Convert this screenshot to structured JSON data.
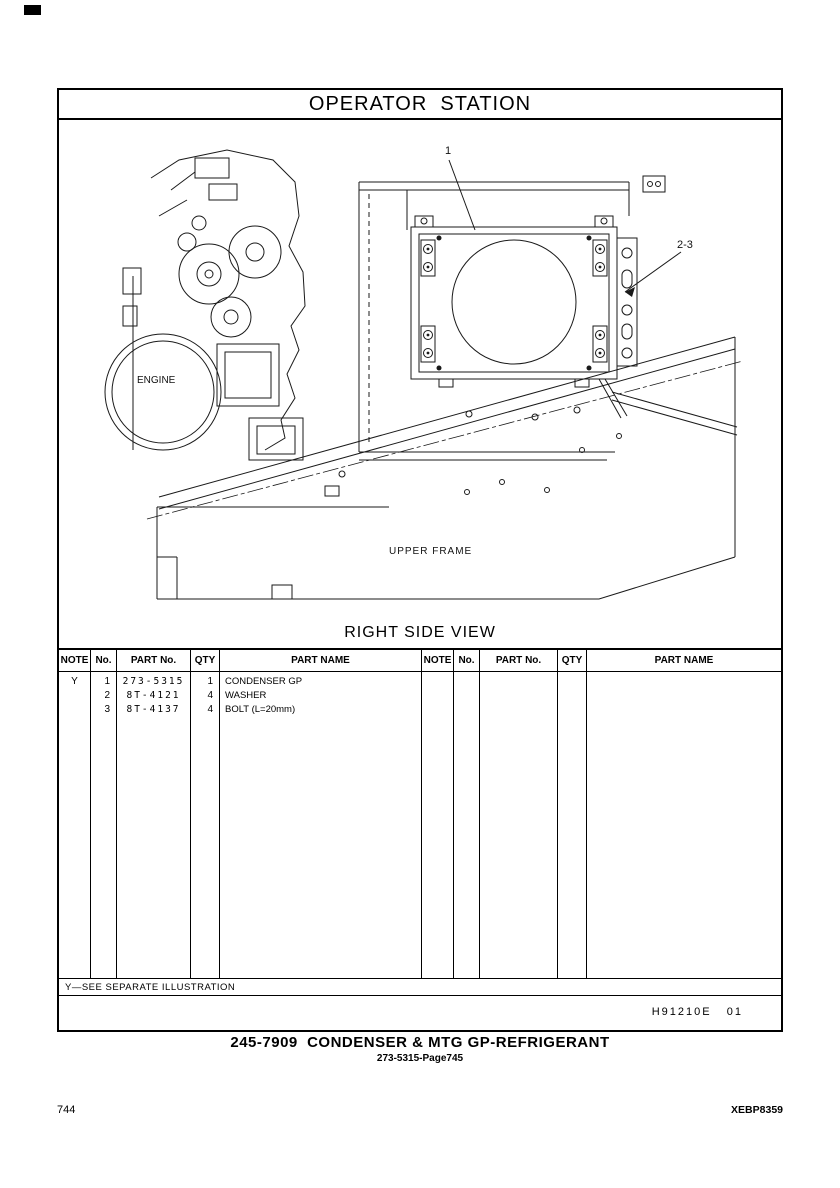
{
  "header": {
    "title": "OPERATOR  STATION"
  },
  "diagram": {
    "engine_label": "ENGINE",
    "upper_frame_label": "UPPER FRAME",
    "callout_1": "1",
    "callout_2_3": "2-3",
    "view_label": "RIGHT SIDE VIEW"
  },
  "table": {
    "headers": [
      "NOTE",
      "No.",
      "PART No.",
      "QTY",
      "PART NAME"
    ],
    "rows": [
      {
        "note": "Y",
        "no": "1",
        "part_no": "273-5315",
        "qty": "1",
        "part_name": "CONDENSER GP"
      },
      {
        "note": "",
        "no": "2",
        "part_no": "8T-4121",
        "qty": "4",
        "part_name": "WASHER"
      },
      {
        "note": "",
        "no": "3",
        "part_no": "8T-4137",
        "qty": "4",
        "part_name": "BOLT (L=20mm)"
      }
    ],
    "footnote": "Y—SEE SEPARATE ILLUSTRATION",
    "doc_code": "H91210E   01"
  },
  "caption": {
    "title": "245-7909  CONDENSER & MTG GP-REFRIGERANT",
    "subtitle": "273-5315-Page745"
  },
  "footer": {
    "page_number": "744",
    "doc_ref": "XEBP8359"
  }
}
